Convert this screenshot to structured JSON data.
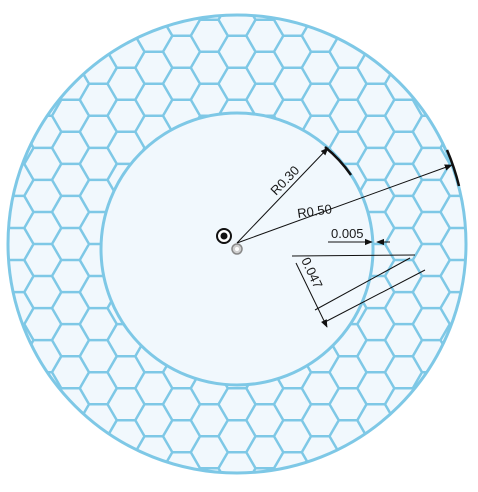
{
  "drawing": {
    "colors": {
      "background": "#ffffff",
      "fill": "#f1f8fd",
      "outline": "#7ec8e6",
      "dimension_line": "#111111",
      "edge_highlight": "#111111"
    },
    "dimensions": {
      "inner_radius": "R0.30",
      "outer_radius": "R0.50",
      "wall_thickness": "0.005",
      "cell_size": "0.047"
    },
    "center_marker": "origin-icon"
  }
}
